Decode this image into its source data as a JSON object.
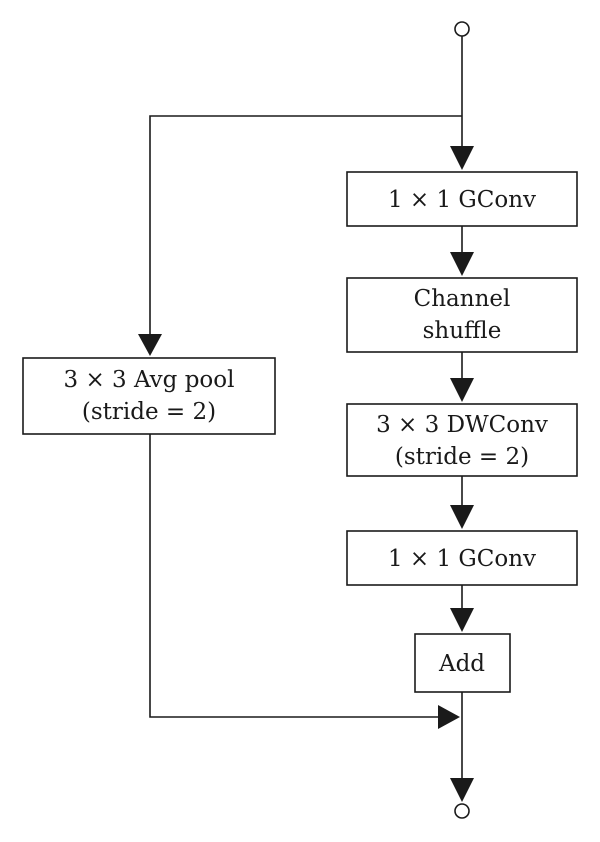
{
  "nodes": {
    "gconv_top": {
      "line1": "1 × 1 GConv"
    },
    "channel_shuffle": {
      "line1": "Channel",
      "line2": "shuffle"
    },
    "dwconv": {
      "line1": "3 × 3 DWConv",
      "line2": "(stride = 2)"
    },
    "gconv_bottom": {
      "line1": "1 × 1 GConv"
    },
    "add": {
      "line1": "Add"
    },
    "avg_pool": {
      "line1": "3 × 3 Avg pool",
      "line2": "(stride = 2)"
    }
  },
  "colors": {
    "stroke": "#1a1a1a",
    "fill": "#ffffff"
  }
}
